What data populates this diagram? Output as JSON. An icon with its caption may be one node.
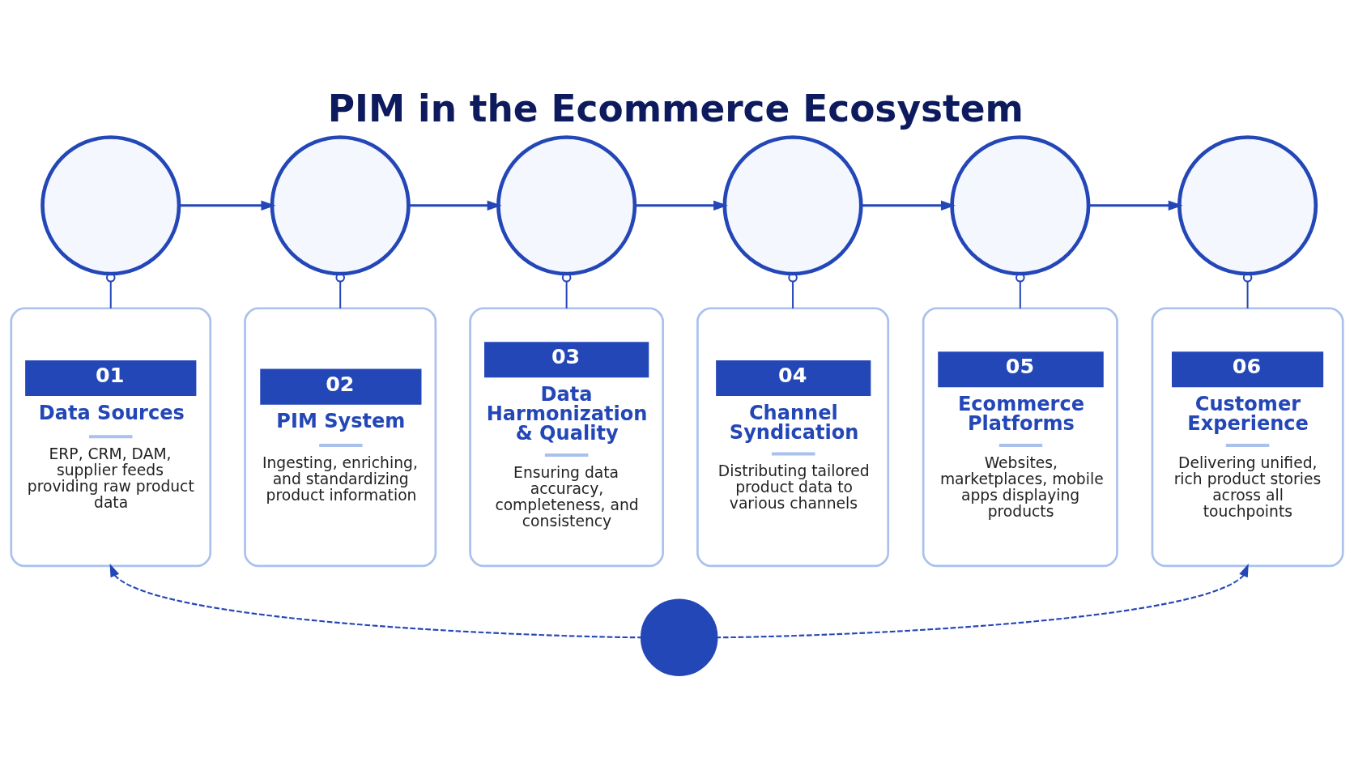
{
  "diagram": {
    "title": "PIM in the Ecommerce Ecosystem",
    "nodes": [
      {
        "text": [],
        "shape": "circle"
      },
      {
        "text": [],
        "shape": "circle"
      },
      {
        "text": [],
        "shape": "circle"
      },
      {
        "text": [],
        "shape": "circle"
      },
      {
        "text": [],
        "shape": "circle"
      },
      {
        "text": [],
        "shape": "circle"
      },
      {
        "text": [
          "01",
          "Data Sources",
          "ERP, CRM, DAM, supplier feeds providing raw product data"
        ]
      },
      {
        "text": [
          "02",
          "PIM System",
          "Ingesting, enriching, and standardizing product information"
        ]
      },
      {
        "text": [
          "03",
          "Data Harmonization & Quality",
          "Ensuring data accuracy, completeness, and consistency"
        ]
      },
      {
        "text": [
          "04",
          "Channel Syndication",
          "Distributing tailored product data to various channels"
        ]
      },
      {
        "text": [
          "05",
          "Ecommerce Platforms",
          "Websites, marketplaces, mobile apps displaying products"
        ]
      },
      {
        "text": [
          "06",
          "Customer Experience",
          "Delivering unified, rich product stories across all touchpoints"
        ]
      },
      {
        "text": [],
        "shape": "circle"
      }
    ],
    "edges": [
      {
        "from": 0,
        "to": 1,
        "arrow": "to"
      },
      {
        "from": 1,
        "to": 2,
        "arrow": "to"
      },
      {
        "from": 2,
        "to": 3,
        "arrow": "to"
      },
      {
        "from": 3,
        "to": 4,
        "arrow": "to"
      },
      {
        "from": 4,
        "to": 5,
        "arrow": "to"
      },
      {
        "from": 0,
        "to": 6,
        "arrow": "other"
      },
      {
        "from": 1,
        "to": 7,
        "arrow": "other"
      },
      {
        "from": 2,
        "to": 8,
        "arrow": "other"
      },
      {
        "from": 3,
        "to": 9,
        "arrow": "other"
      },
      {
        "from": 4,
        "to": 10,
        "arrow": "other"
      },
      {
        "from": 5,
        "to": 11,
        "arrow": "other"
      },
      {
        "from": 12,
        "to": 6,
        "arrow": "to",
        "style": "dashed"
      },
      {
        "from": 12,
        "to": 11,
        "arrow": "to",
        "style": "dashed"
      }
    ]
  }
}
